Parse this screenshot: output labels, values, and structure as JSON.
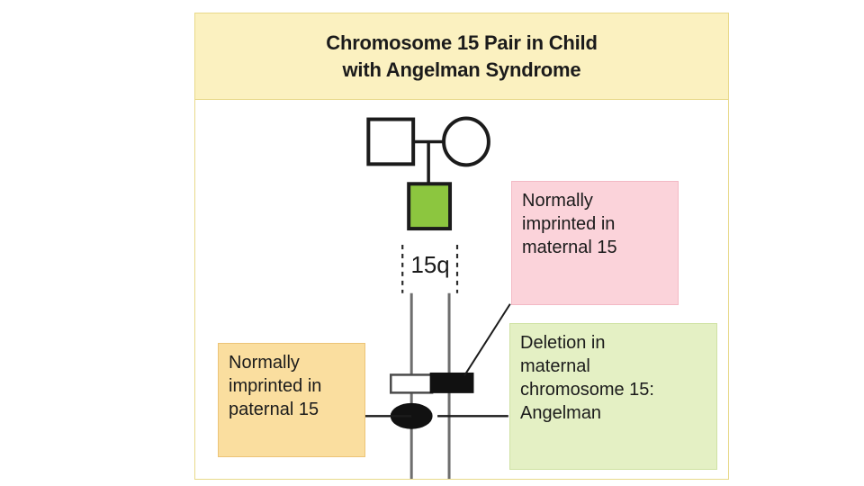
{
  "figure": {
    "title_line1": "Chromosome 15 Pair in Child",
    "title_line2": "with Angelman Syndrome",
    "frame_border_color": "#e8d98a",
    "title_band_color": "#fbf1c0"
  },
  "pedigree": {
    "father_symbol": "square-unaffected",
    "mother_symbol": "circle-unaffected",
    "child_symbol": "square-affected",
    "child_fill_color": "#8cc63f",
    "stroke_color": "#1b1b1b"
  },
  "chromosomes": {
    "region_label": "15q",
    "paternal": {
      "name": "paternal-chromosome-15",
      "band_fill": "#ffffff",
      "band_style": "open",
      "centromere_fill": "#111111"
    },
    "maternal": {
      "name": "maternal-chromosome-15",
      "band_fill": "#111111",
      "band_style": "filled-deleted"
    },
    "line_color": "#6e6e6e"
  },
  "callouts": {
    "maternal_imprint": {
      "line1": "Normally",
      "line2": "imprinted in",
      "line3": "maternal 15",
      "bg": "#fbd3da",
      "border": "#f3b9c4"
    },
    "deletion": {
      "line1": "Deletion in",
      "line2": "maternal",
      "line3": "chromosome 15:",
      "line4": "Angelman",
      "bg": "#e4f0c4",
      "border": "#cfe2a3"
    },
    "paternal_imprint": {
      "line1": "Normally",
      "line2": "imprinted in",
      "line3": "paternal 15",
      "bg": "#fade9f",
      "border": "#ecc477"
    }
  }
}
